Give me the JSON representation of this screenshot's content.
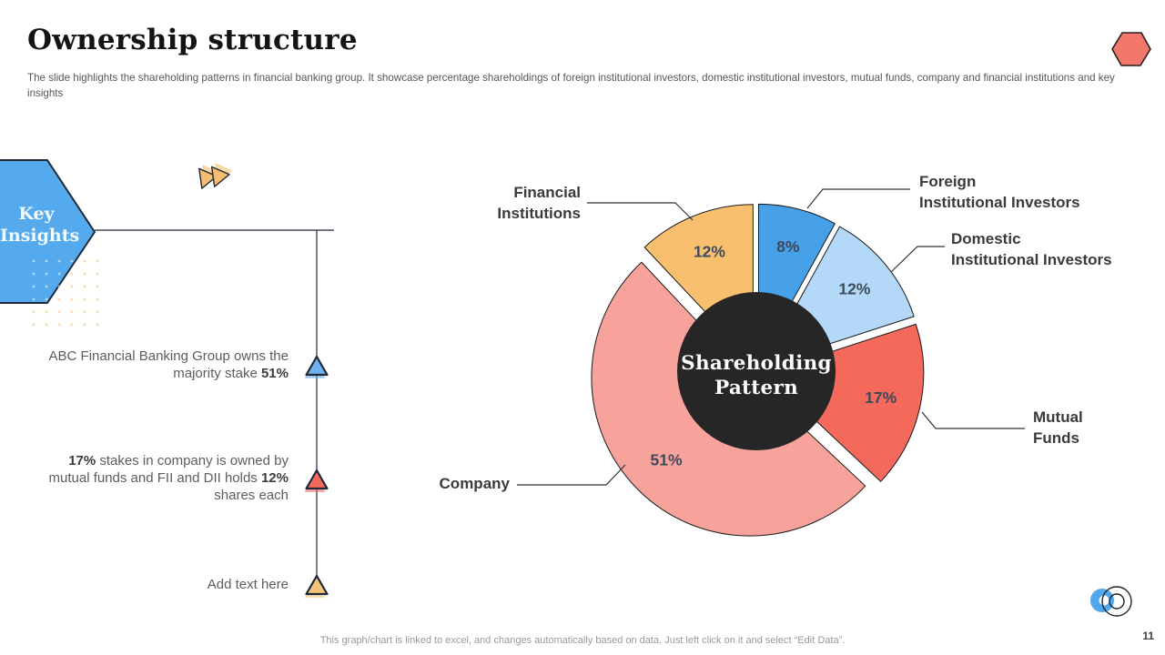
{
  "slide": {
    "title": "Ownership structure",
    "subtitle": "The slide highlights the shareholding patterns in financial banking group. It showcase percentage shareholdings of foreign institutional investors, domestic institutional investors, mutual funds, company and financial institutions and key insights",
    "page_number": "11",
    "footer_note": "This graph/chart is linked to excel,  and changes automatically based on data. Just left click on it and select “Edit Data”."
  },
  "key_insights": {
    "label": "Key Insights",
    "items": [
      {
        "segments": [
          {
            "text": "ABC Financial Banking Group owns the majority stake ",
            "bold": false
          },
          {
            "text": "51%",
            "bold": true
          }
        ],
        "marker_color": "#6db1f0"
      },
      {
        "segments": [
          {
            "text": "17%",
            "bold": true
          },
          {
            "text": " stakes in company is owned by mutual funds  and FII and DII holds ",
            "bold": false
          },
          {
            "text": "12%",
            "bold": true
          },
          {
            "text": " shares each",
            "bold": false
          }
        ],
        "marker_color": "#f4695c"
      },
      {
        "segments": [
          {
            "text": "Add text here",
            "bold": false
          }
        ],
        "marker_color": "#f5c47a"
      }
    ]
  },
  "chart_data": {
    "type": "pie",
    "donut": true,
    "title": "Shareholding Pattern",
    "center_label_lines": [
      "Shareholding",
      "Pattern"
    ],
    "categories": [
      "Foreign Institutional Investors",
      "Domestic Institutional Investors",
      "Mutual Funds",
      "Company",
      "Financial Institutions"
    ],
    "values": [
      8,
      12,
      17,
      51,
      12
    ],
    "labels": [
      "8%",
      "12%",
      "17%",
      "51%",
      "12%"
    ],
    "colors": [
      "#47a1e8",
      "#b3d8f8",
      "#f4695c",
      "#f7a39c",
      "#f8c06e"
    ],
    "start_angle_deg": 0,
    "direction": "clockwise",
    "legend_position": "callouts",
    "callouts": [
      {
        "line1": "Foreign",
        "line2": "Institutional Investors"
      },
      {
        "line1": "Domestic",
        "line2": "Institutional Investors"
      },
      {
        "line1": "Mutual",
        "line2": "Funds"
      },
      {
        "line1": "Company",
        "line2": ""
      },
      {
        "line1": "Financial",
        "line2": "Institutions"
      }
    ],
    "percent_label_color": "#3d4a5c",
    "center_circle_color": "#262626"
  },
  "decor": {
    "hexagon_color": "#f4776c",
    "ff_arrow_color": "#f5bd70",
    "ff_arrow_shadow": "#f8d9a6",
    "key_insights_blue": "#55aaee",
    "dot_color": "#f0ad4e",
    "bottom_circle_blue": "#4fa7ee"
  }
}
